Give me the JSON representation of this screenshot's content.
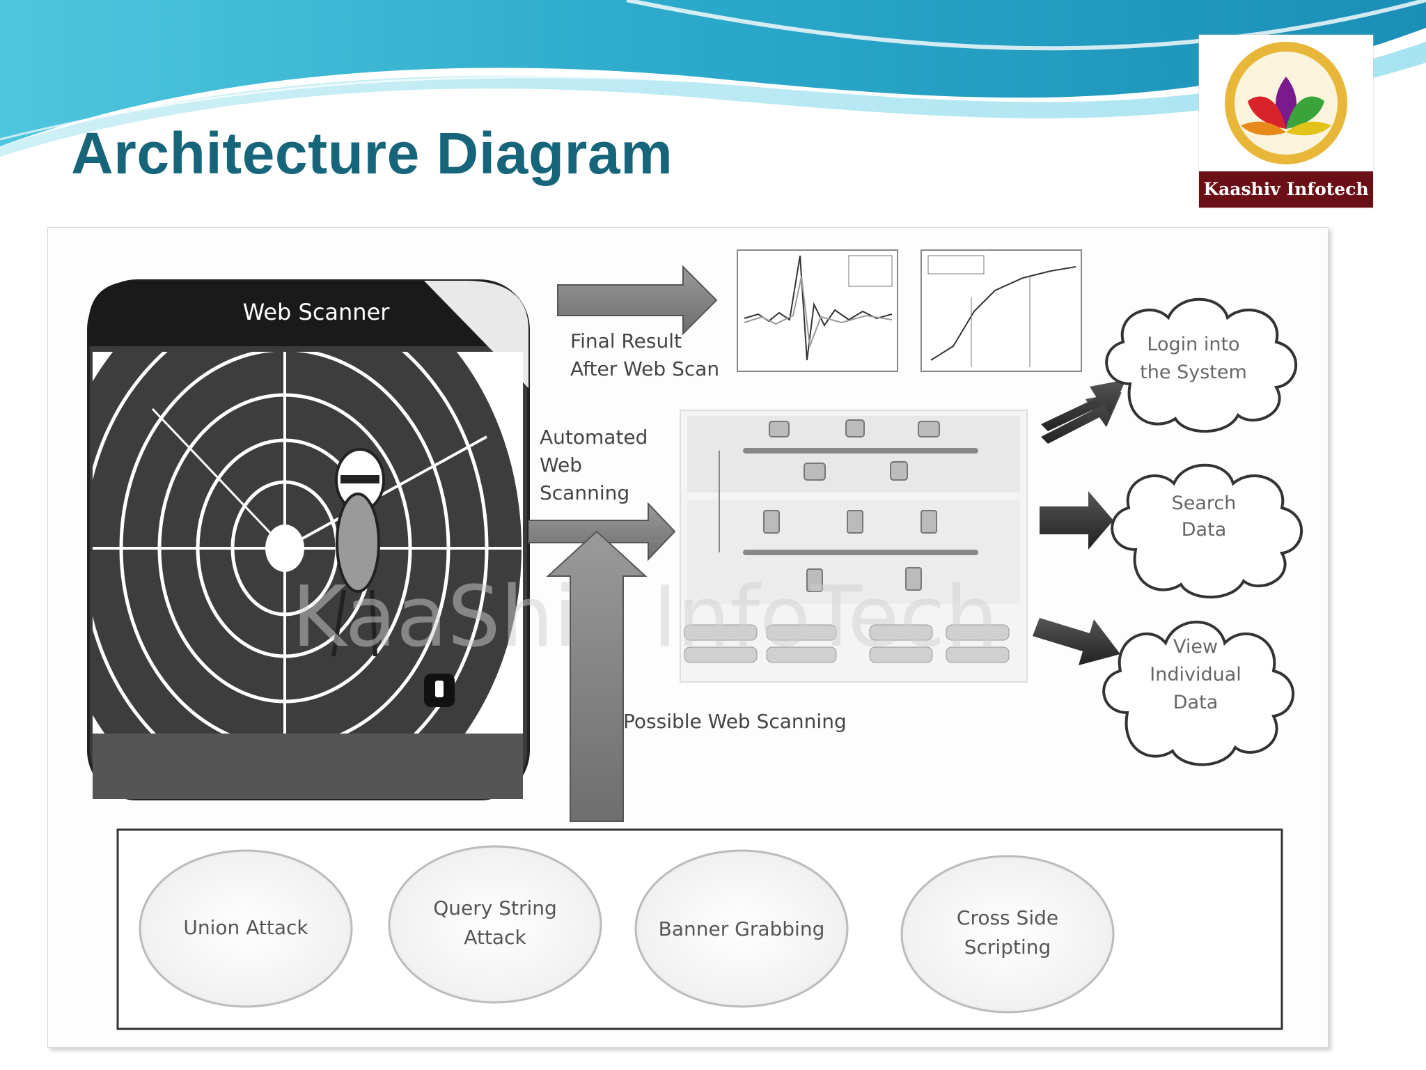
{
  "slide": {
    "title": "Architecture Diagram"
  },
  "logo": {
    "caption": "Kaashiv Infotech"
  },
  "watermark": "KaaShiv InfoTech",
  "scanner": {
    "label": "Web Scanner"
  },
  "flow_labels": {
    "final_result_line1": "Final Result",
    "final_result_line2": "After Web Scan",
    "automated_line1": "Automated",
    "automated_line2": "Web",
    "automated_line3": "Scanning",
    "possible": "Possible Web Scanning"
  },
  "clouds": [
    {
      "line1": "Login into",
      "line2": "the System",
      "line3": ""
    },
    {
      "line1": "Search",
      "line2": "Data",
      "line3": ""
    },
    {
      "line1": "View",
      "line2": "Individual",
      "line3": "Data"
    }
  ],
  "attacks": [
    {
      "line1": "Union Attack",
      "line2": ""
    },
    {
      "line1": "Query String",
      "line2": "Attack"
    },
    {
      "line1": "Banner Grabbing",
      "line2": ""
    },
    {
      "line1": "Cross Side",
      "line2": "Scripting"
    }
  ],
  "colors": {
    "title": "#17657b",
    "wave_dark": "#1e9bbd",
    "wave_light": "#8fd8e8",
    "logo_band": "#6b0f17"
  }
}
